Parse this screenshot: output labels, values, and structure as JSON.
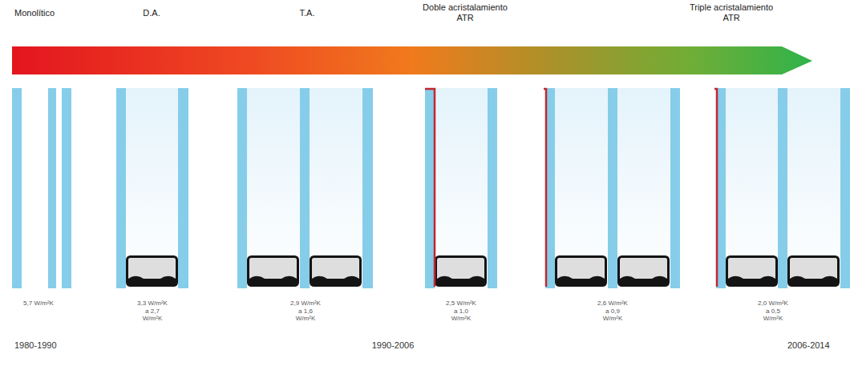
{
  "diagram": {
    "labels": [
      "Monolítico",
      "D.A.",
      "T.A.",
      "Doble acristalamiento ATR",
      "Triple acristalamiento ATR",
      "5,7 W/m²K",
      "3,3 W/m²K a 2,7 W/m²K",
      "2,9 W/m²K a 1,6 W/m²K",
      "2,5 W/m²K a 1,0 W/m²K",
      "2,6 W/m²K a 0,9 W/m²K",
      "2,0 W/m²K a 0,5 W/m²K",
      "1980-1990",
      "1990-2006",
      "2006-2014"
    ]
  }
}
